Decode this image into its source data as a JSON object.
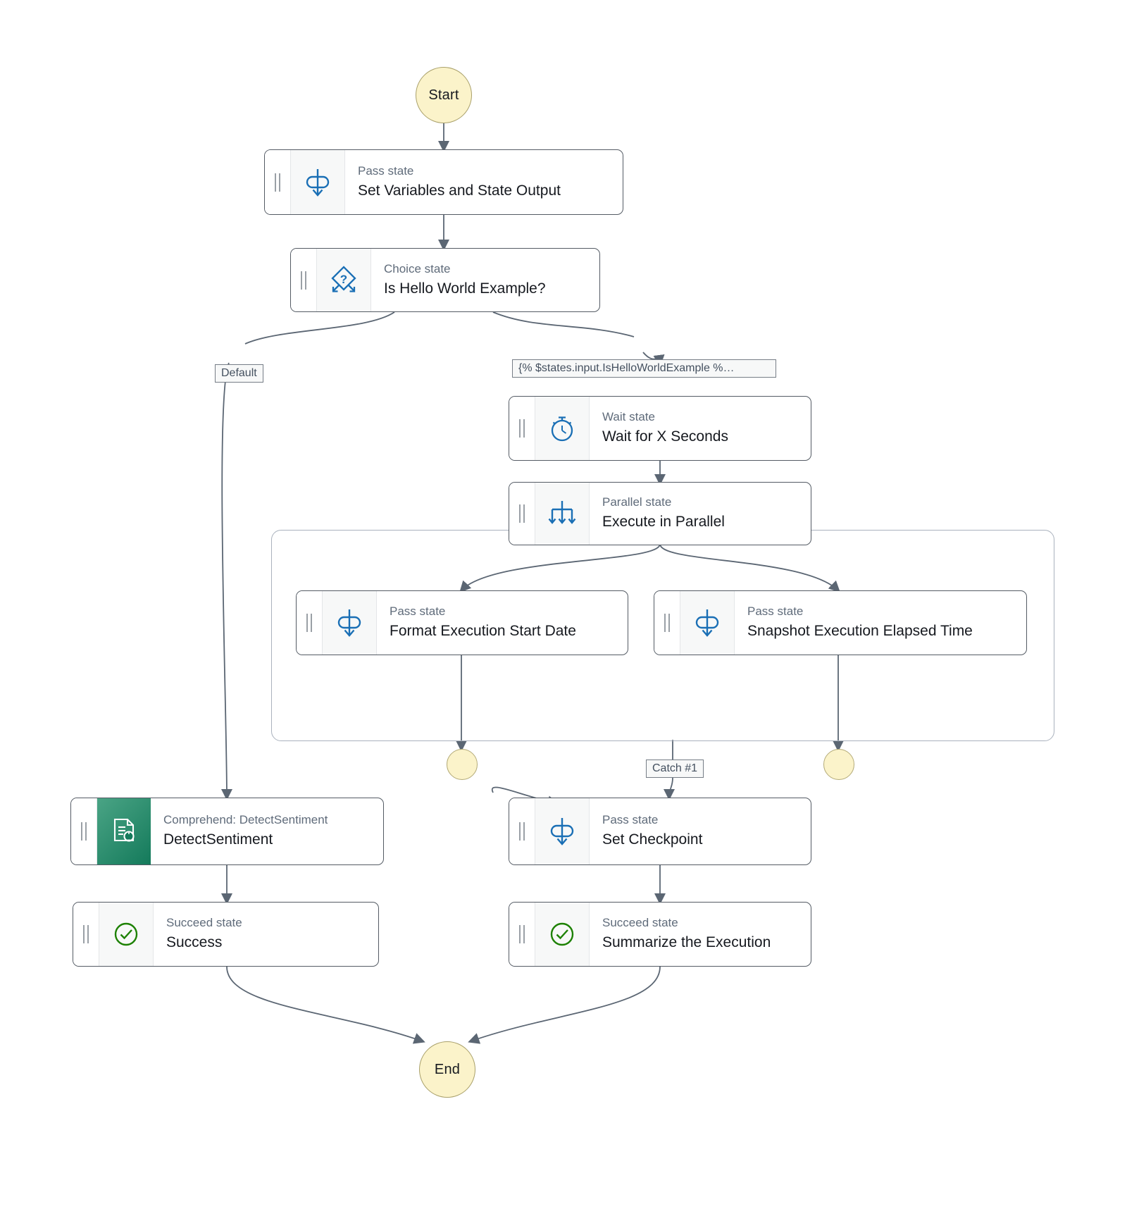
{
  "diagram": {
    "type": "aws-step-functions-workflow-graph",
    "title": "State machine workflow graph"
  },
  "terminals": {
    "start": {
      "label": "Start"
    },
    "end": {
      "label": "End"
    },
    "parallel_branch_end_1": {
      "label": ""
    },
    "parallel_branch_end_2": {
      "label": ""
    }
  },
  "nodes": [
    {
      "id": "set-variables-and-state-output",
      "kind": "Pass state",
      "title": "Set Variables and State Output",
      "icon": "pass-state-icon"
    },
    {
      "id": "is-hello-world-example",
      "kind": "Choice state",
      "title": "Is Hello World Example?",
      "icon": "choice-state-icon"
    },
    {
      "id": "wait-for-x-seconds",
      "kind": "Wait state",
      "title": "Wait for X Seconds",
      "icon": "wait-state-icon"
    },
    {
      "id": "execute-in-parallel",
      "kind": "Parallel state",
      "title": "Execute in Parallel",
      "icon": "parallel-state-icon"
    },
    {
      "id": "format-execution-start-date",
      "kind": "Pass state",
      "title": "Format Execution Start Date",
      "icon": "pass-state-icon"
    },
    {
      "id": "snapshot-execution-elapsed-time",
      "kind": "Pass state",
      "title": "Snapshot Execution Elapsed Time",
      "icon": "pass-state-icon"
    },
    {
      "id": "detect-sentiment",
      "kind": "Comprehend: DetectSentiment",
      "title": "DetectSentiment",
      "icon": "comprehend-detect-sentiment-icon"
    },
    {
      "id": "set-checkpoint",
      "kind": "Pass state",
      "title": "Set Checkpoint",
      "icon": "pass-state-icon"
    },
    {
      "id": "success",
      "kind": "Succeed state",
      "title": "Success",
      "icon": "succeed-state-icon"
    },
    {
      "id": "summarize-the-execution",
      "kind": "Succeed state",
      "title": "Summarize the Execution",
      "icon": "succeed-state-icon"
    }
  ],
  "edge_labels": {
    "default": "Default",
    "choice_condition": "{% $states.input.IsHelloWorldExample %…",
    "catch": "Catch #1"
  },
  "colors": {
    "terminal_fill": "#fbf3ca",
    "terminal_stroke": "#a9a06a",
    "node_border": "#545b64",
    "icon_blue": "#1a6fb5",
    "succeed_green": "#1d8102",
    "comprehend_green": "#147a5b",
    "edge_stroke": "#3f4b5b",
    "kind_text": "#5f6b7a",
    "title_text": "#16191f"
  }
}
